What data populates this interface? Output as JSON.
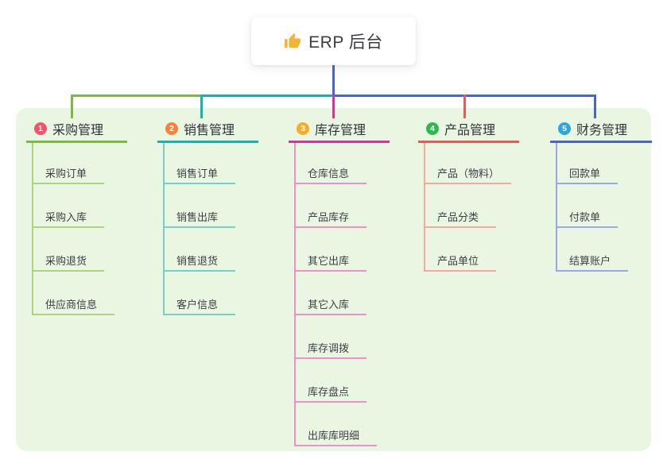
{
  "root": {
    "label": "ERP 后台",
    "icon": "thumbs-up-icon",
    "icon_color": "#f2b637"
  },
  "panel_color": "#e9f6e1",
  "branches": [
    {
      "badge": "1",
      "label": "采购管理",
      "color": "#7db843",
      "light_color": "#aad47e",
      "badge_color": "#f4536b",
      "children": [
        {
          "label": "采购订单"
        },
        {
          "label": "采购入库"
        },
        {
          "label": "采购退货"
        },
        {
          "label": "供应商信息"
        }
      ]
    },
    {
      "badge": "2",
      "label": "销售管理",
      "color": "#14b3ab",
      "light_color": "#79cfc8",
      "badge_color": "#f8823b",
      "children": [
        {
          "label": "销售订单"
        },
        {
          "label": "销售出库"
        },
        {
          "label": "销售退货"
        },
        {
          "label": "客户信息"
        }
      ]
    },
    {
      "badge": "3",
      "label": "库存管理",
      "color": "#d93398",
      "light_color": "#ee90c6",
      "badge_color": "#fbab2a",
      "children": [
        {
          "label": "仓库信息"
        },
        {
          "label": "产品库存"
        },
        {
          "label": "其它出库"
        },
        {
          "label": "其它入库"
        },
        {
          "label": "库存调拨"
        },
        {
          "label": "库存盘点"
        },
        {
          "label": "出库库明细"
        }
      ]
    },
    {
      "badge": "4",
      "label": "产品管理",
      "color": "#f0574e",
      "light_color": "#f7a79e",
      "badge_color": "#2eb850",
      "children": [
        {
          "label": "产品（物料）"
        },
        {
          "label": "产品分类"
        },
        {
          "label": "产品单位"
        }
      ]
    },
    {
      "badge": "5",
      "label": "财务管理",
      "color": "#4a63d3",
      "light_color": "#97a8e6",
      "badge_color": "#2ba6e0",
      "children": [
        {
          "label": "回款单"
        },
        {
          "label": "付款单"
        },
        {
          "label": "结算账户"
        }
      ]
    }
  ]
}
